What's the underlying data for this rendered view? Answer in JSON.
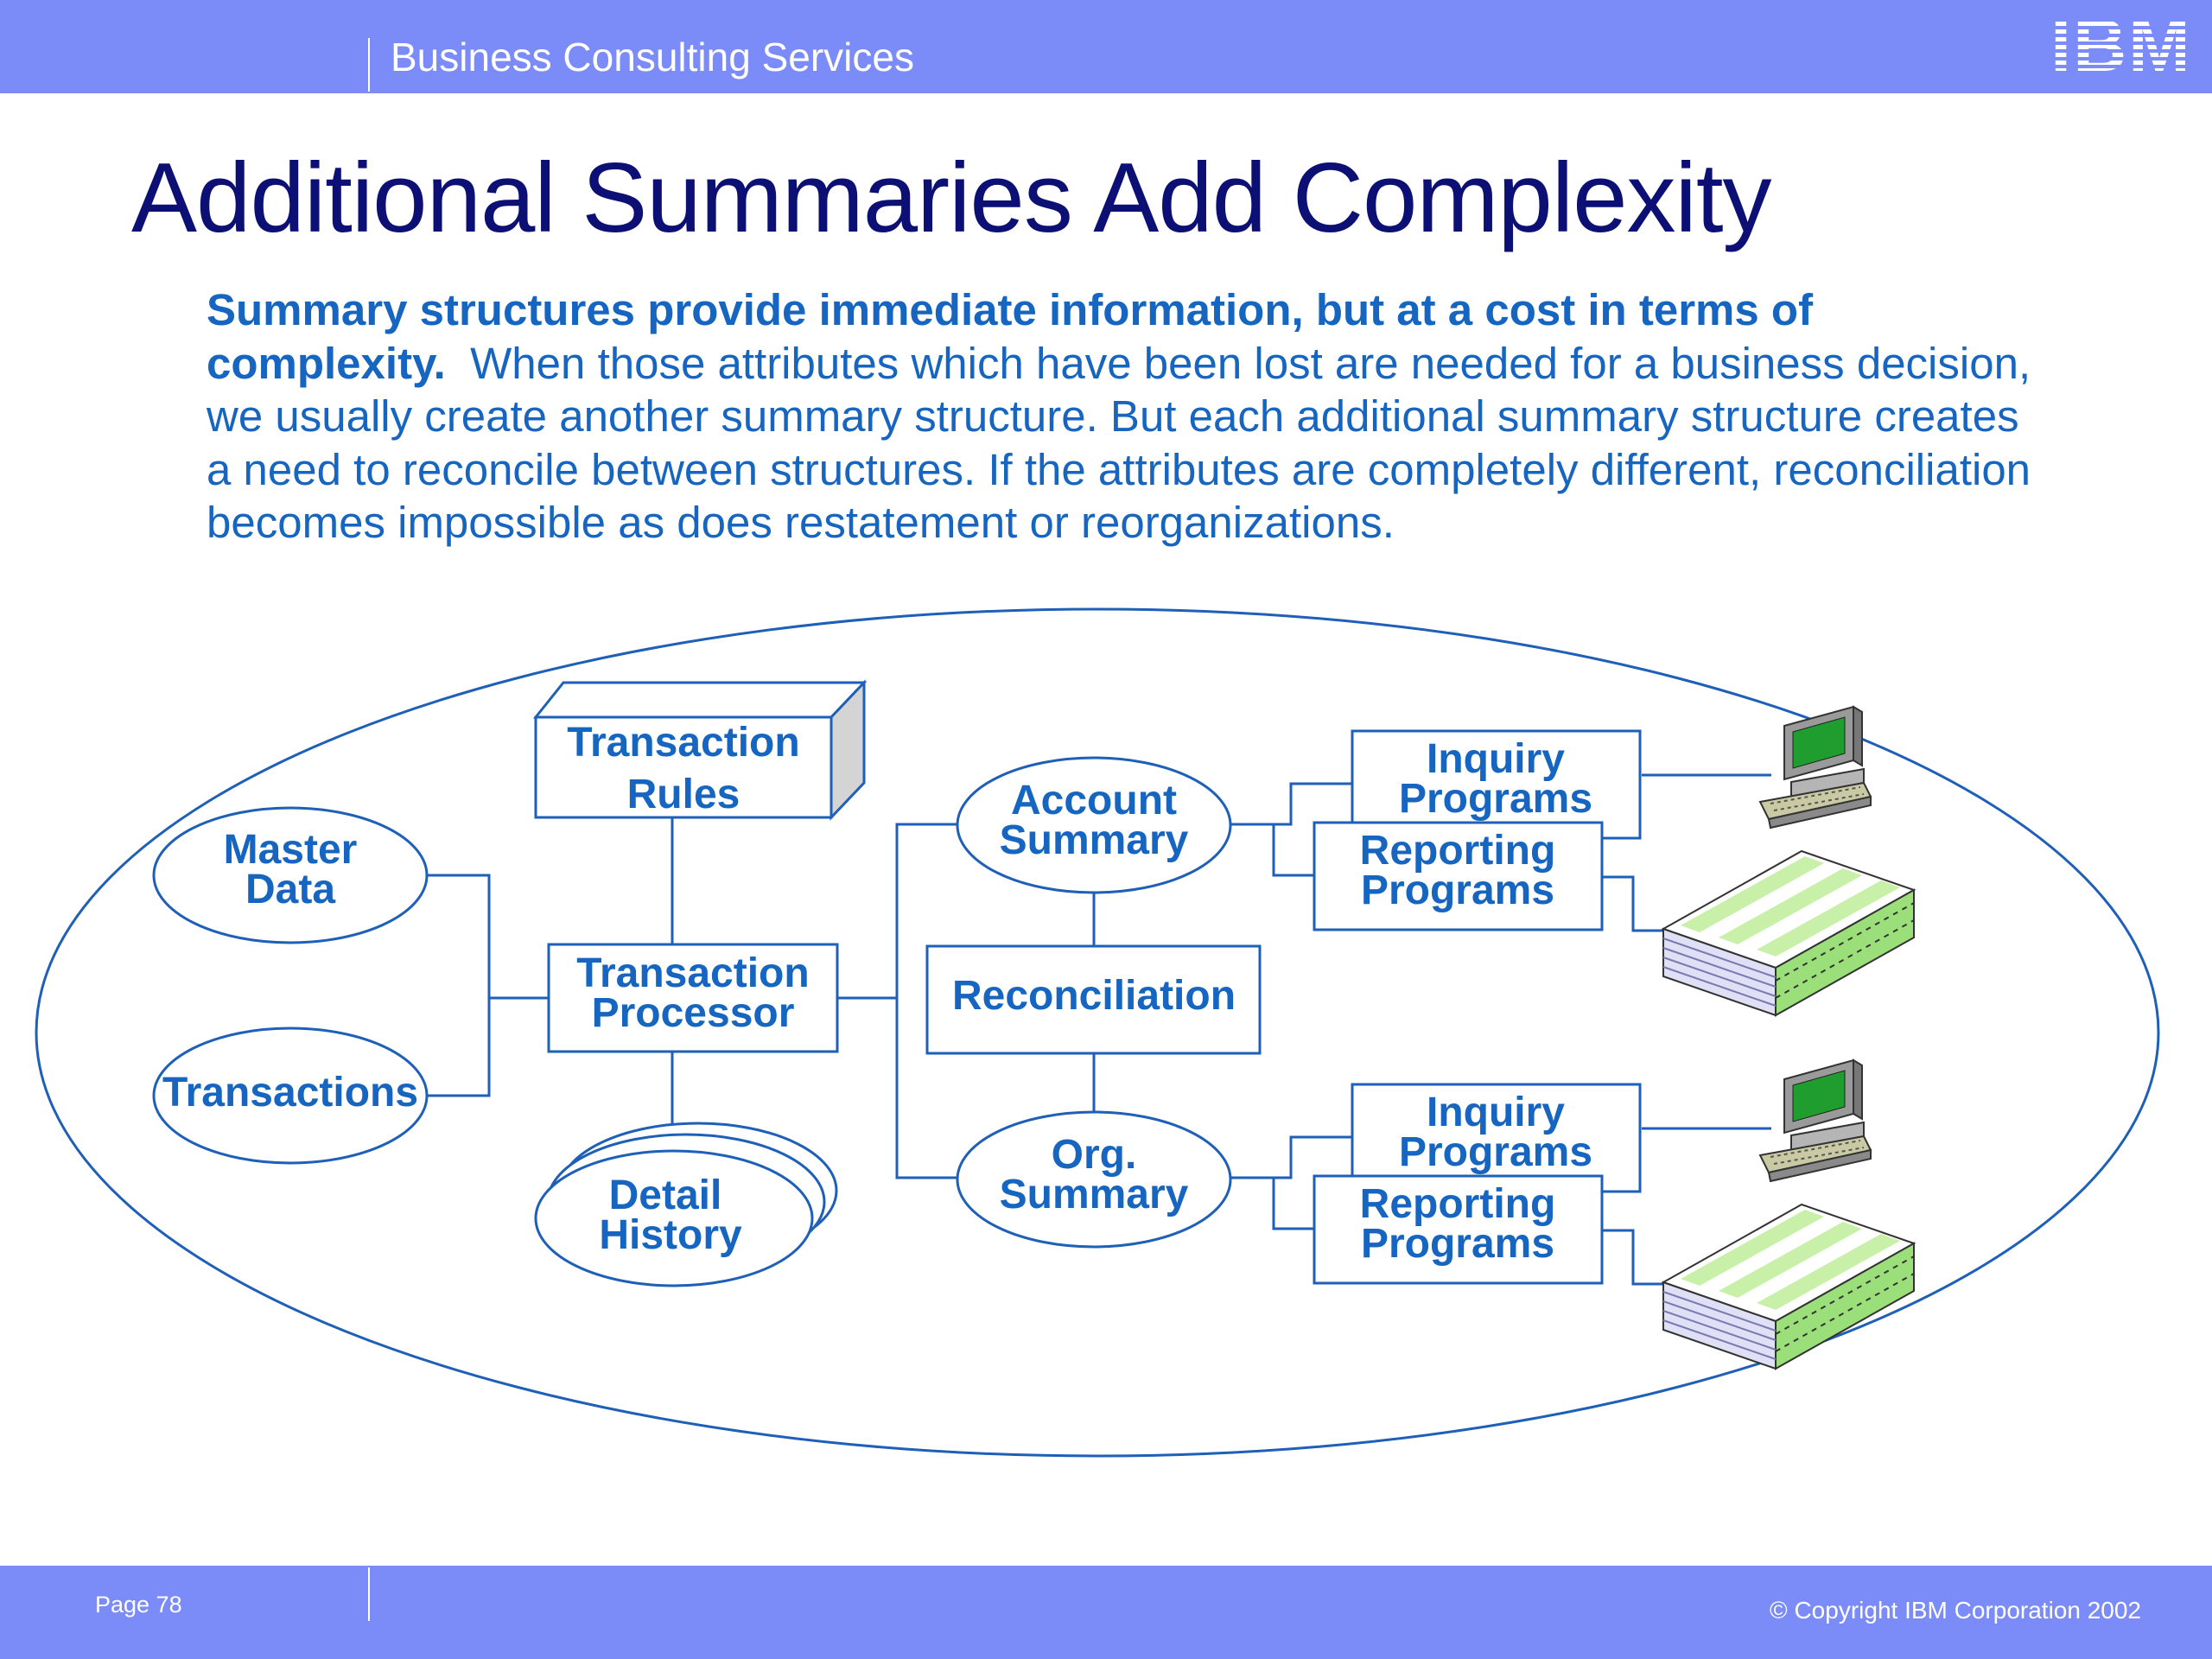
{
  "header": {
    "section": "Business Consulting Services",
    "logo_text": "IBM"
  },
  "title": "Additional Summaries Add Complexity",
  "body": {
    "bold_lead": "Summary structures provide immediate information, but at a cost in terms of complexity.",
    "rest": "When those attributes which have been lost are needed for a business decision, we usually create another summary structure.  But each additional summary structure creates a need to reconcile between structures.  If the attributes are completely different, reconciliation becomes impossible as does restatement or reorganizations."
  },
  "diagram": {
    "master_data": [
      "Master",
      "Data"
    ],
    "transactions": "Transactions",
    "transaction_rules": [
      "Transaction",
      "Rules"
    ],
    "transaction_processor": [
      "Transaction",
      "Processor"
    ],
    "detail_history": [
      "Detail",
      "History"
    ],
    "account_summary": [
      "Account",
      "Summary"
    ],
    "reconciliation": "Reconciliation",
    "org_summary": [
      "Org.",
      "Summary"
    ],
    "inquiry_programs": [
      "Inquiry",
      "Programs"
    ],
    "reporting_programs": [
      "Reporting",
      "Programs"
    ]
  },
  "footer": {
    "page": "Page 78",
    "copyright": "© Copyright IBM Corporation 2002"
  },
  "colors": {
    "bar": "#7b8cf8",
    "title": "#0c0f73",
    "diagram_blue": "#1665c1",
    "line": "#1e5fb8"
  }
}
